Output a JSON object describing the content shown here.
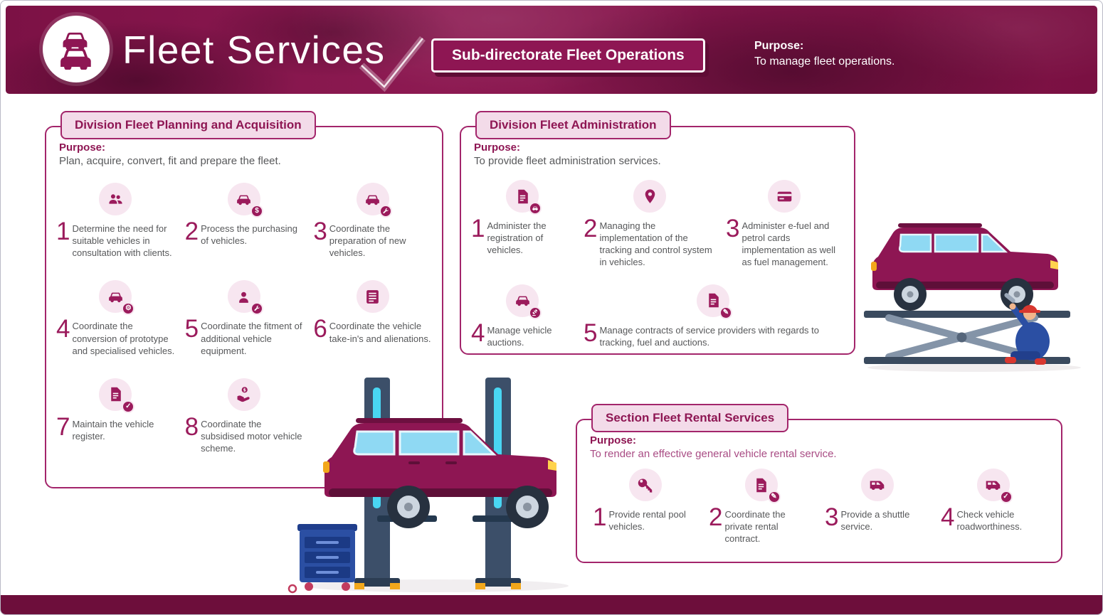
{
  "header": {
    "title": "Fleet Services",
    "subtitle": "Sub-directorate Fleet Operations",
    "purpose_label": "Purpose:",
    "purpose_text": "To manage fleet operations."
  },
  "planning": {
    "title": "Division Fleet Planning and Acquisition",
    "purpose_label": "Purpose:",
    "purpose_text": "Plan, acquire, convert, fit and prepare the fleet.",
    "items": [
      {
        "num": "1",
        "text": "Determine the need for suitable vehicles in consultation with clients.",
        "icon": "consultation-people-icon"
      },
      {
        "num": "2",
        "text": "Process the purchasing of vehicles.",
        "icon": "car-purchase-icon",
        "badge": "$"
      },
      {
        "num": "3",
        "text": "Coordinate the preparation of new vehicles.",
        "icon": "car-preparation-icon"
      },
      {
        "num": "4",
        "text": "Coordinate the conversion of prototype and specialised vehicles.",
        "icon": "car-conversion-icon",
        "badge": "⚙"
      },
      {
        "num": "5",
        "text": "Coordinate the fitment of additional vehicle equipment.",
        "icon": "mechanic-fitment-icon"
      },
      {
        "num": "6",
        "text": "Coordinate the vehicle take-in's and alienations.",
        "icon": "vehicle-takein-list-icon"
      },
      {
        "num": "7",
        "text": "Maintain the vehicle register.",
        "icon": "vehicle-register-icon",
        "badge": "✓"
      },
      {
        "num": "8",
        "text": "Coordinate the subsidised motor vehicle scheme.",
        "icon": "subsidised-scheme-icon"
      }
    ]
  },
  "administration": {
    "title": "Division Fleet Administration",
    "purpose_label": "Purpose:",
    "purpose_text": "To provide fleet administration services.",
    "items": [
      {
        "num": "1",
        "text": "Administer the registration of vehicles.",
        "icon": "vehicle-registration-icon"
      },
      {
        "num": "2",
        "text": "Managing the implementation of the tracking and control system in vehicles.",
        "icon": "tracking-system-icon"
      },
      {
        "num": "3",
        "text": "Administer e-fuel and petrol cards implementation as well as fuel management.",
        "icon": "fuel-card-icon"
      },
      {
        "num": "4",
        "text": "Manage vehicle auctions.",
        "icon": "vehicle-auction-icon"
      },
      {
        "num": "5",
        "text": "Manage contracts of service providers with regards to tracking, fuel and auctions.",
        "icon": "service-contracts-icon",
        "badge": "✎"
      }
    ]
  },
  "rental": {
    "title": "Section Fleet Rental Services",
    "purpose_label": "Purpose:",
    "purpose_text": "To render an effective general vehicle rental service.",
    "items": [
      {
        "num": "1",
        "text": "Provide rental pool vehicles.",
        "icon": "rental-key-icon"
      },
      {
        "num": "2",
        "text": "Coordinate the private rental contract.",
        "icon": "rental-contract-icon",
        "badge": "✎"
      },
      {
        "num": "3",
        "text": "Provide a shuttle service.",
        "icon": "shuttle-bus-icon"
      },
      {
        "num": "4",
        "text": "Check vehicle roadworthiness.",
        "icon": "roadworthiness-check-icon",
        "badge": "✓"
      }
    ]
  },
  "colors": {
    "accent": "#9B1B5C",
    "accent_dark": "#8E1653",
    "header_bg": "#7A1042",
    "footer_bg": "#6D0E3B",
    "panel_border": "#A3256B",
    "tag_bg": "#F3DBE9",
    "icon_circle_bg": "#F7E6F0",
    "body_text": "#58595B",
    "car_body": "#8E1653",
    "window_glass": "#8FD9F3",
    "lift_post": "#3C4F69",
    "lift_light": "#49D6F2",
    "toolbox_blue": "#2B4FA3"
  }
}
